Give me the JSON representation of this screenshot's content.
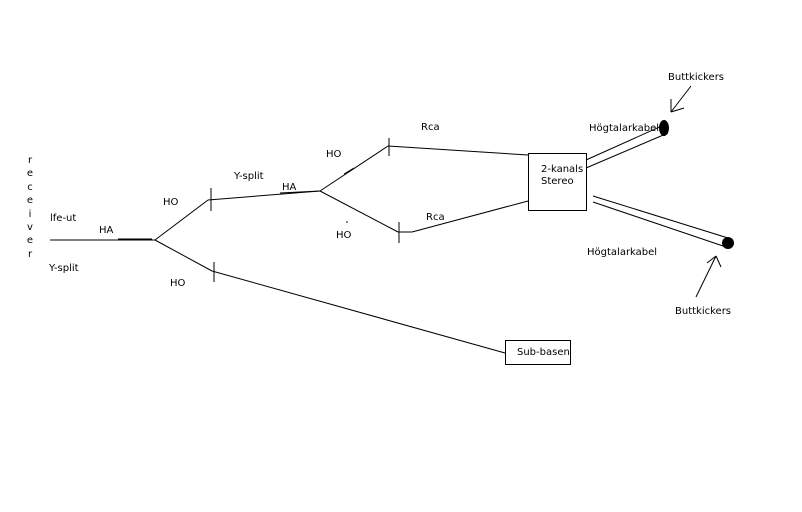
{
  "diagram": {
    "source_label": "receiver",
    "lfe_label": "lfe-ut",
    "ysplit_left_label": "Y-split",
    "ha_left_label": "HA",
    "ho_upper_label": "HO",
    "ho_lower_label": "HO",
    "ysplit_mid_label": "Y-split",
    "ha_mid_label": "HA",
    "ho_top_label": "HO",
    "ho_mid_label": "HO",
    "rca_top_label": "Rca",
    "rca_bottom_label": "Rca",
    "amp_box": {
      "line1": "2-kanals",
      "line2": "Stereo"
    },
    "speaker_cable_top_label": "Högtalarkabel",
    "speaker_cable_bottom_label": "Högtalarkabel",
    "buttkickers_top_label": "Buttkickers",
    "buttkickers_bottom_label": "Buttkickers",
    "sub_box_label": "Sub-basen"
  }
}
